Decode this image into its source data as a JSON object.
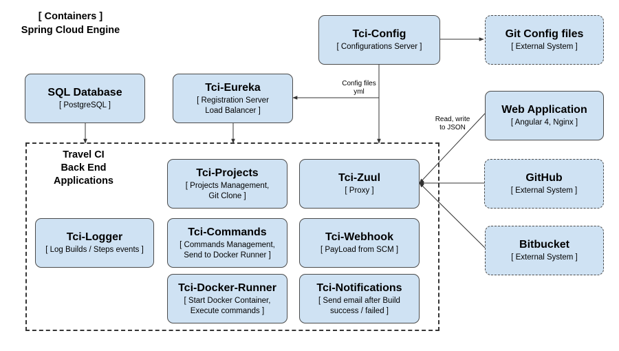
{
  "heading": {
    "line1": "[ Containers ]",
    "line2": "Spring Cloud Engine"
  },
  "boundary": {
    "title": "Travel CI\nBack End Applications"
  },
  "nodes": {
    "tci_config": {
      "title": "Tci-Config",
      "sub": "[ Configurations Server ]"
    },
    "git_config": {
      "title": "Git Config files",
      "sub": "[ External System ]"
    },
    "sql_db": {
      "title": "SQL Database",
      "sub": "[ PostgreSQL ]"
    },
    "tci_eureka": {
      "title": "Tci-Eureka",
      "sub": "[ Registration Server\nLoad Balancer ]"
    },
    "web_app": {
      "title": "Web Application",
      "sub": "[ Angular 4, Nginx ]"
    },
    "github": {
      "title": "GitHub",
      "sub": "[ External System ]"
    },
    "bitbucket": {
      "title": "Bitbucket",
      "sub": "[ External System ]"
    },
    "tci_projects": {
      "title": "Tci-Projects",
      "sub": "[ Projects Management,\nGit Clone ]"
    },
    "tci_zuul": {
      "title": "Tci-Zuul",
      "sub": "[ Proxy ]"
    },
    "tci_logger": {
      "title": "Tci-Logger",
      "sub": "[ Log Builds / Steps events ]"
    },
    "tci_commands": {
      "title": "Tci-Commands",
      "sub": "[ Commands Management,\nSend to Docker Runner ]"
    },
    "tci_webhook": {
      "title": "Tci-Webhook",
      "sub": "[ PayLoad from SCM ]"
    },
    "tci_docker_runner": {
      "title": "Tci-Docker-Runner",
      "sub": "[ Start Docker Container,\nExecute commands ]"
    },
    "tci_notifications": {
      "title": "Tci-Notifications",
      "sub": "[ Send email after Build\nsuccess / failed ]"
    }
  },
  "edge_labels": {
    "config_files": "Config files\nyml",
    "read_write": "Read, write\nto JSON"
  },
  "colors": {
    "box_fill": "#cfe2f3",
    "box_border": "#4a4a4a",
    "line": "#333333"
  }
}
